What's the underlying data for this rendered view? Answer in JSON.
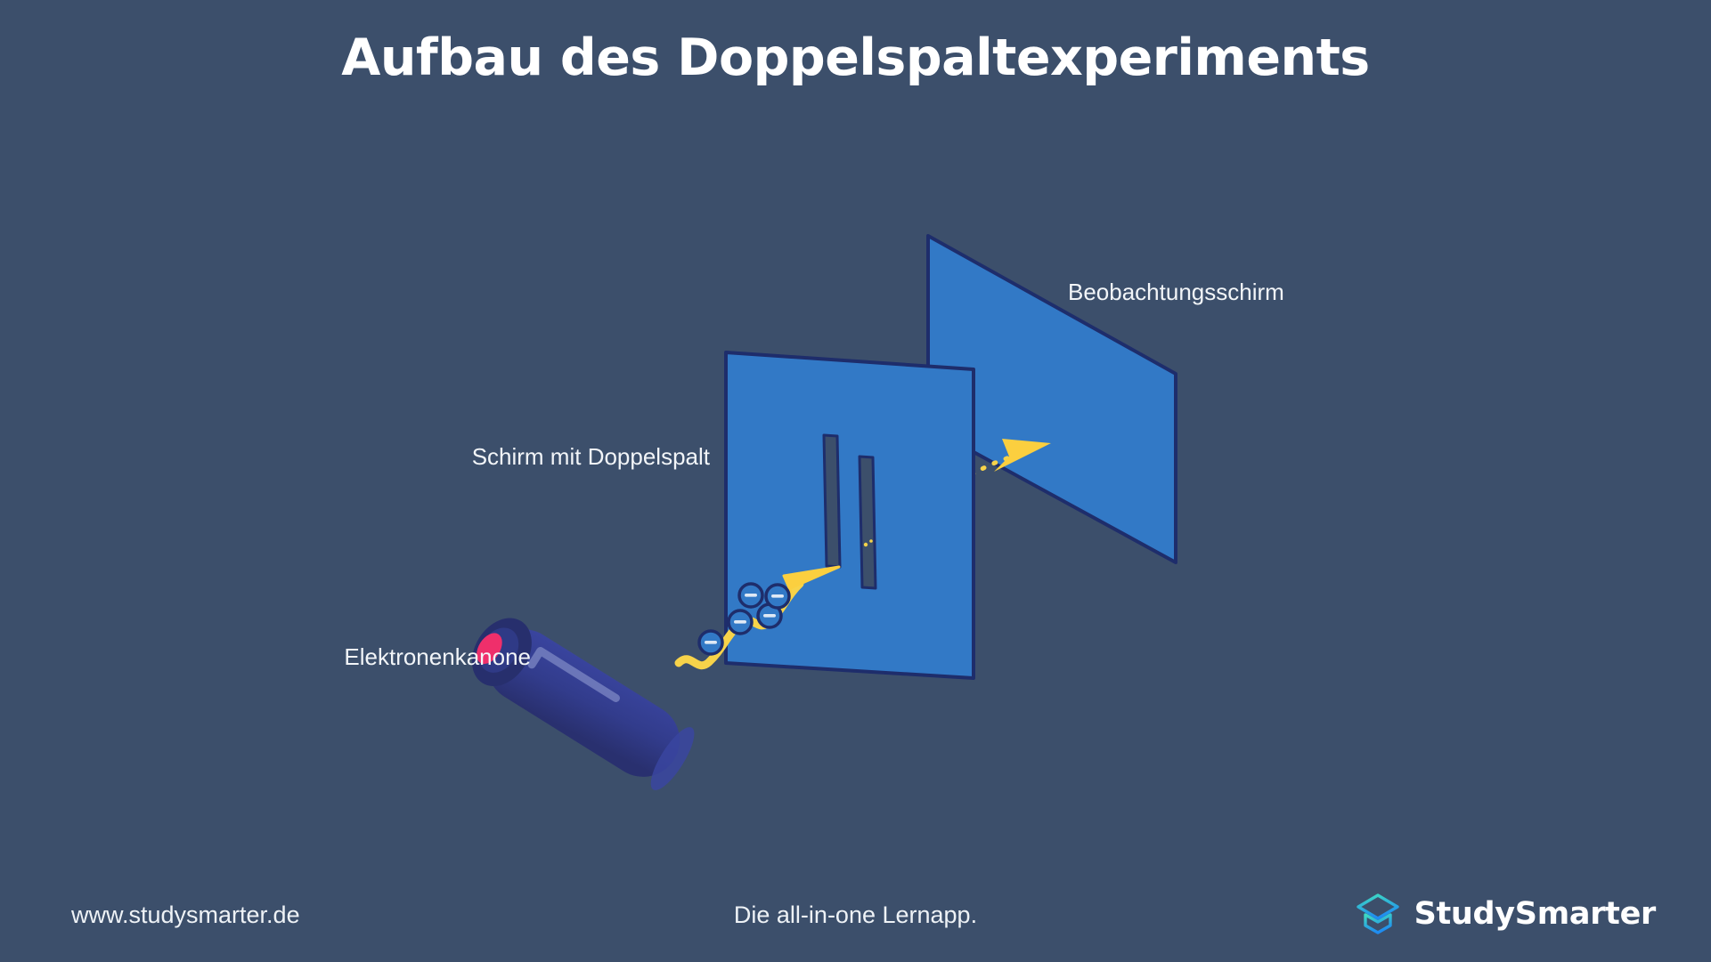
{
  "page": {
    "title": "Aufbau des Doppelspaltexperiments",
    "background_color": "#3c4f6b"
  },
  "diagram": {
    "type": "double-slit-experiment-setup",
    "labels": {
      "observation_screen": "Beobachtungsschirm",
      "slit_screen": "Schirm mit Doppelspalt",
      "electron_source": "Elektronenkanone"
    },
    "colors": {
      "screen_fill": "#3279c6",
      "screen_stroke": "#1e2d6b",
      "beam_yellow": "#f7d34a",
      "electron_fill": "#3279c6",
      "electron_stroke": "#1e2d6b",
      "gun_body": "#343e8e",
      "gun_body_dark": "#2b3279",
      "gun_highlight": "#7e88c4",
      "gun_cap": "#272f6d",
      "gun_muzzle": "#ef2f6b"
    },
    "electron_symbol": "−",
    "electron_count": 5
  },
  "footer": {
    "url": "www.studysmarter.de",
    "tagline": "Die all-in-one Lernapp.",
    "brand": "StudySmarter",
    "logo_gradient_from": "#3fdbc0",
    "logo_gradient_to": "#1f8cf0"
  }
}
